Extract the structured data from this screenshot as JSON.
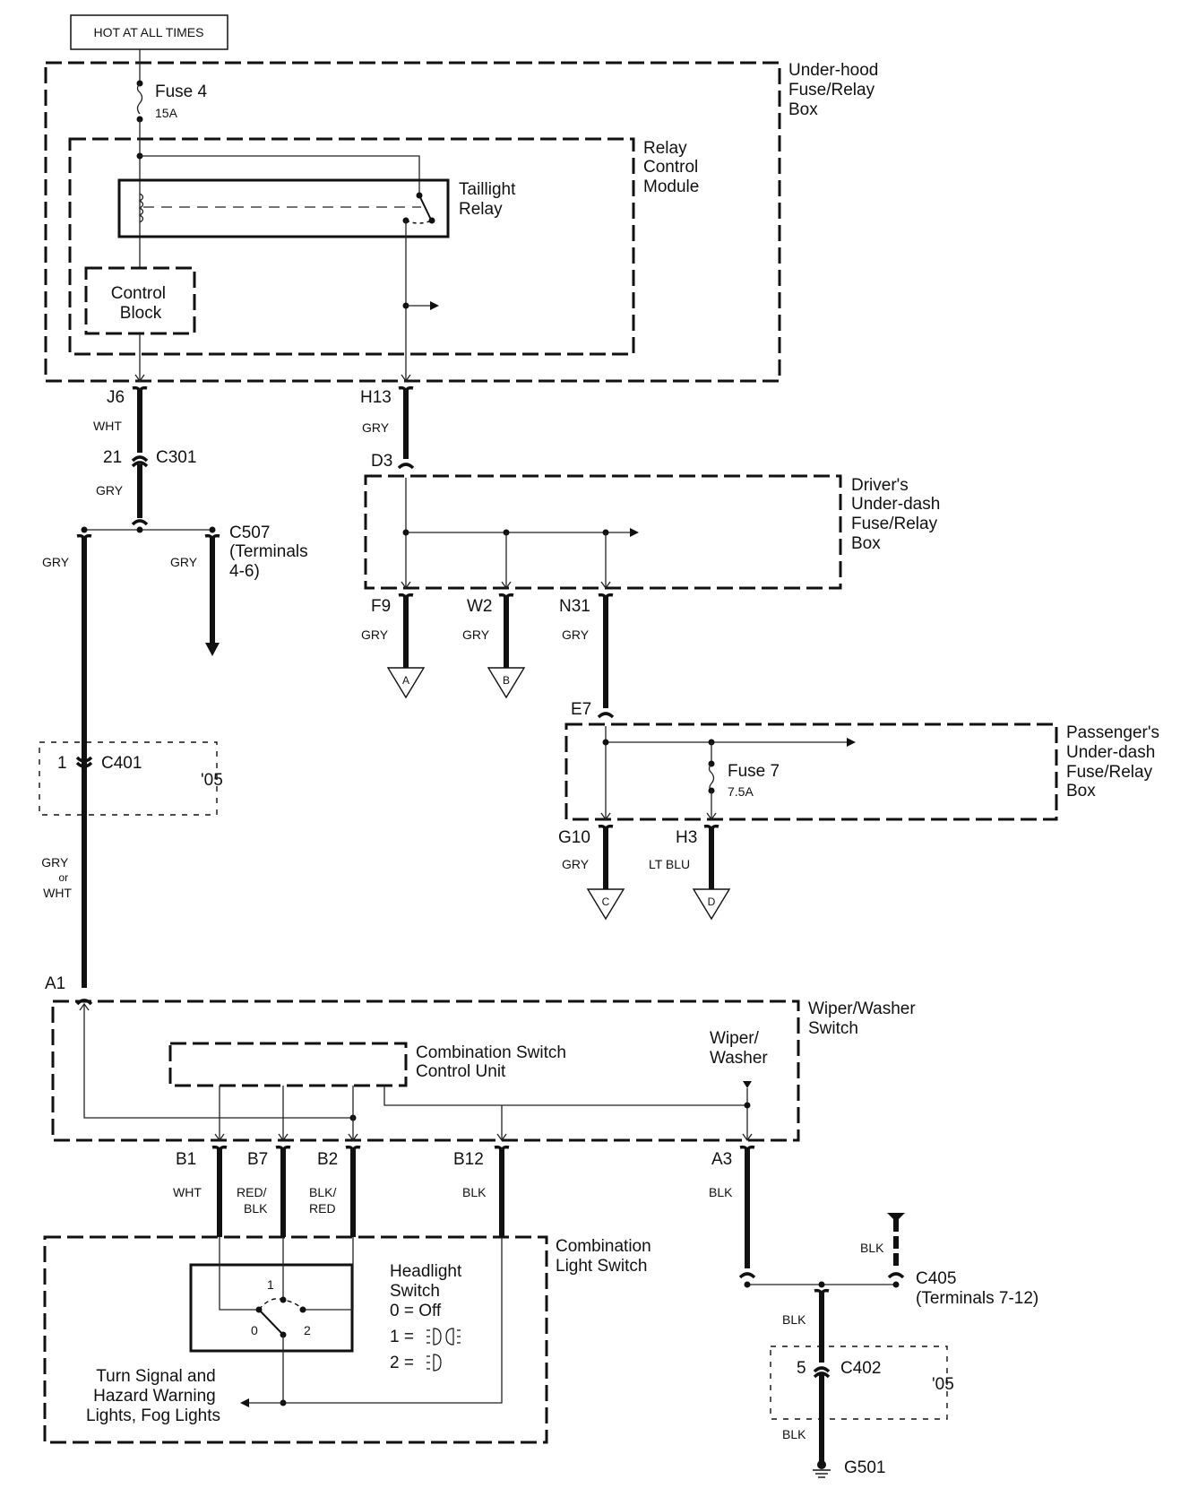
{
  "title_box": "HOT AT ALL TIMES",
  "components": {
    "underhood_box": [
      "Under-hood",
      "Fuse/Relay",
      "Box"
    ],
    "relay_module": [
      "Relay",
      "Control",
      "Module"
    ],
    "taillight_relay": [
      "Taillight",
      "Relay"
    ],
    "control_block": [
      "Control",
      "Block"
    ],
    "fuse4": {
      "name": "Fuse 4",
      "rating": "15A"
    },
    "drivers_box": [
      "Driver's",
      "Under-dash",
      "Fuse/Relay",
      "Box"
    ],
    "passengers_box": [
      "Passenger's",
      "Under-dash",
      "Fuse/Relay",
      "Box"
    ],
    "fuse7": {
      "name": "Fuse 7",
      "rating": "7.5A"
    },
    "wiper_switch": [
      "Wiper/Washer",
      "Switch"
    ],
    "comb_control_unit": [
      "Combination Switch",
      "Control Unit"
    ],
    "wiper_washer": [
      "Wiper/",
      "Washer"
    ],
    "comb_light_switch": [
      "Combination",
      "Light Switch"
    ],
    "headlight_switch": [
      "Headlight",
      "Switch",
      "0 = Off",
      "1 =",
      "2 ="
    ],
    "headlight_positions": [
      "1",
      "0",
      "2"
    ],
    "turn_signal": [
      "Turn Signal and",
      "Hazard Warning",
      "Lights, Fog Lights"
    ]
  },
  "terminals": {
    "J6": "J6",
    "H13": "H13",
    "D3": "D3",
    "F9": "F9",
    "W2": "W2",
    "N31": "N31",
    "E7": "E7",
    "G10": "G10",
    "H3": "H3",
    "A1": "A1",
    "B1": "B1",
    "B7": "B7",
    "B2": "B2",
    "B12": "B12",
    "A3": "A3"
  },
  "connectors": {
    "C301": {
      "name": "C301",
      "pin": "21"
    },
    "C507": [
      "C507",
      "(Terminals",
      "4-6)"
    ],
    "C401": {
      "name": "C401",
      "pin": "1",
      "year": "'05"
    },
    "C405": [
      "C405",
      "(Terminals 7-12)"
    ],
    "C402": {
      "name": "C402",
      "pin": "5",
      "year": "'05"
    },
    "G501": "G501"
  },
  "wire_colors": {
    "j6": "WHT",
    "c301_below": "GRY",
    "left_branch": "GRY",
    "c507_branch": "GRY",
    "h13": "GRY",
    "f9": "GRY",
    "w2": "GRY",
    "n31": "GRY",
    "g10": "GRY",
    "h3": "LT BLU",
    "a1": [
      "GRY",
      "or",
      "WHT"
    ],
    "b1": "WHT",
    "b7": [
      "RED/",
      "BLK"
    ],
    "b2": [
      "BLK/",
      "RED"
    ],
    "b12": "BLK",
    "a3": "BLK",
    "c405": "BLK",
    "c402_above": "BLK",
    "c402_below": "BLK"
  },
  "offpage_refs": [
    "A",
    "B",
    "C",
    "D"
  ]
}
